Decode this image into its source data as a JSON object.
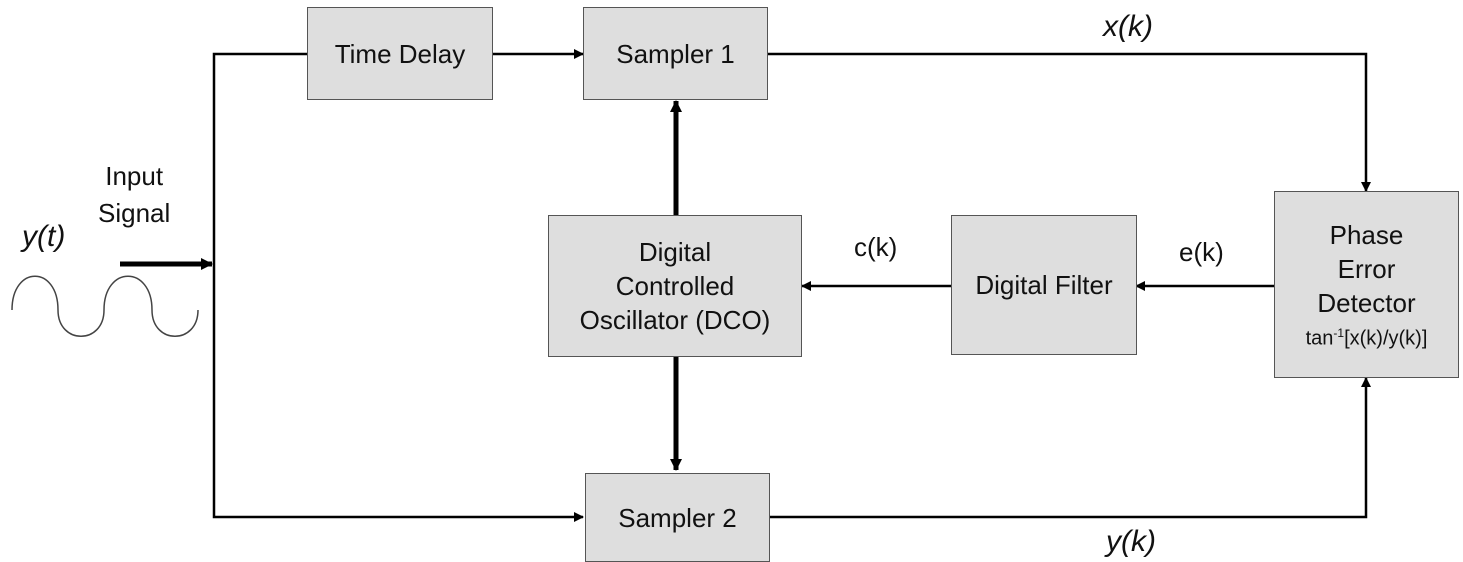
{
  "blocks": {
    "time_delay": "Time Delay",
    "sampler1": "Sampler 1",
    "sampler2": "Sampler 2",
    "dco_line1": "Digital",
    "dco_line2": "Controlled",
    "dco_line3": "Oscillator (DCO)",
    "digital_filter": "Digital Filter",
    "ped_line1": "Phase",
    "ped_line2": "Error",
    "ped_line3": "Detector",
    "ped_formula_base": "tan",
    "ped_formula_sup": "-1",
    "ped_formula_rest": "[x(k)/y(k)]"
  },
  "labels": {
    "input_line1": "Input",
    "input_line2": "Signal",
    "yt": "y(t)",
    "xk": "x(k)",
    "yk": "y(k)",
    "ck": "c(k)",
    "ek": "e(k)"
  },
  "colors": {
    "block_fill": "#dedede",
    "block_border": "#555555",
    "line": "#000000"
  }
}
